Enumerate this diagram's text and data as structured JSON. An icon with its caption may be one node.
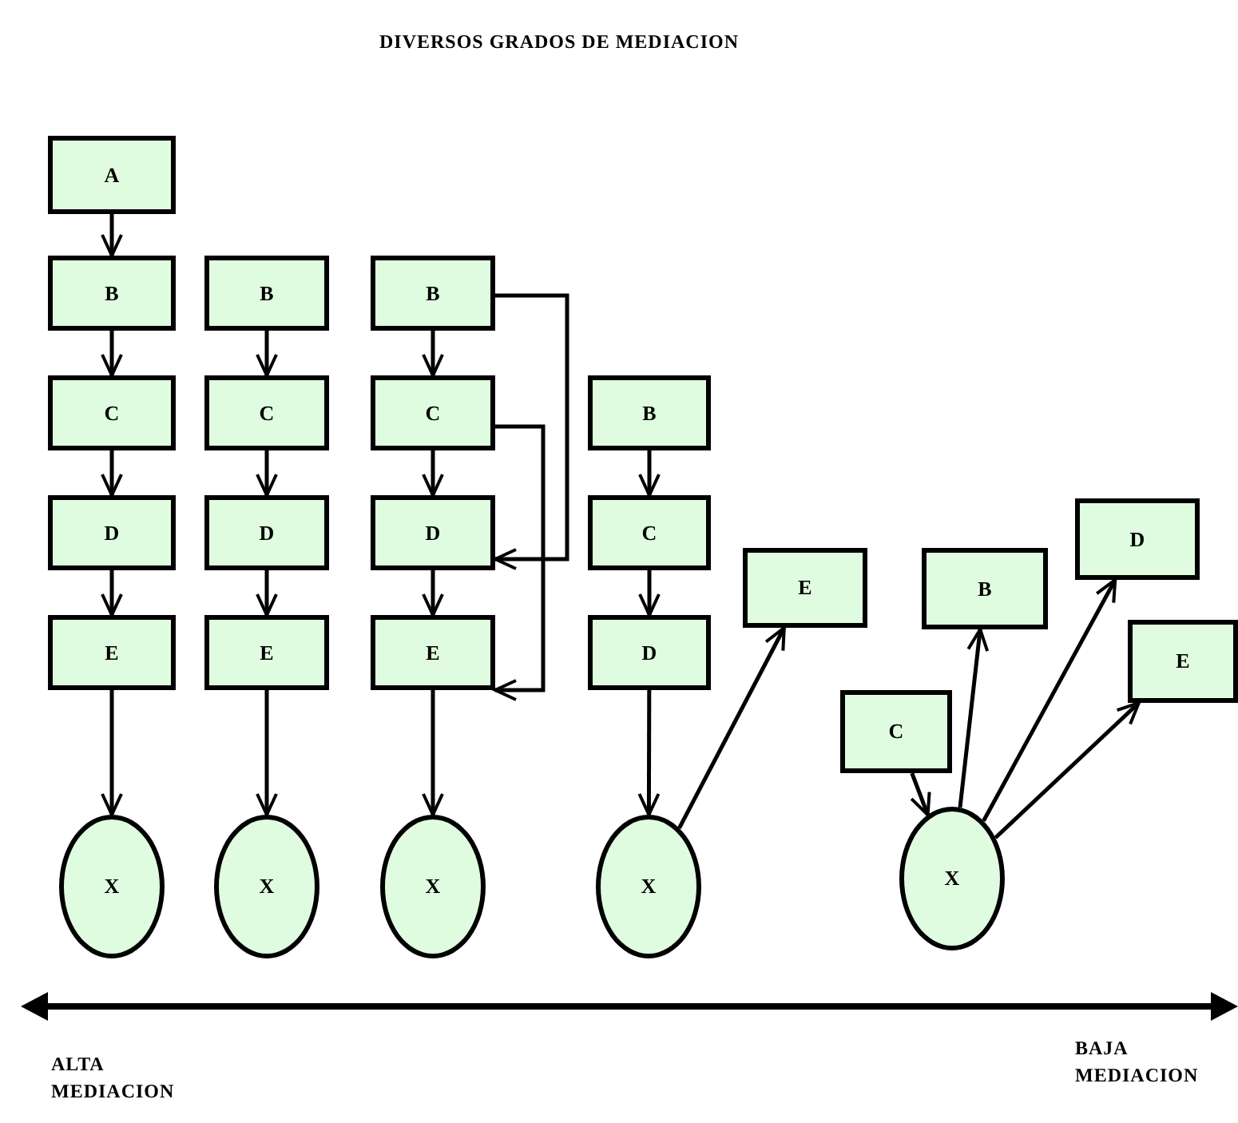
{
  "diagram": {
    "title": "DIVERSOS GRADOS DE MEDIACION",
    "nodes": [
      {
        "text": [
          "A"
        ]
      },
      {
        "text": [
          "B"
        ]
      },
      {
        "text": [
          "C"
        ]
      },
      {
        "text": [
          "D"
        ]
      },
      {
        "text": [
          "E"
        ]
      },
      {
        "text": [
          "X"
        ]
      },
      {
        "text": [
          "B"
        ]
      },
      {
        "text": [
          "C"
        ]
      },
      {
        "text": [
          "D"
        ]
      },
      {
        "text": [
          "E"
        ]
      },
      {
        "text": [
          "X"
        ]
      },
      {
        "text": [
          "B"
        ]
      },
      {
        "text": [
          "C"
        ]
      },
      {
        "text": [
          "D"
        ]
      },
      {
        "text": [
          "E"
        ]
      },
      {
        "text": [
          "X"
        ]
      },
      {
        "text": [
          "B"
        ]
      },
      {
        "text": [
          "C"
        ]
      },
      {
        "text": [
          "D"
        ]
      },
      {
        "text": [
          "X"
        ]
      },
      {
        "text": [
          "E"
        ]
      },
      {
        "text": [
          "B"
        ]
      },
      {
        "text": [
          "D"
        ]
      },
      {
        "text": [
          "E"
        ]
      },
      {
        "text": [
          "C"
        ]
      },
      {
        "text": [
          "X"
        ]
      }
    ],
    "edges": [
      {
        "from": 0,
        "to": 1,
        "arrow": "to"
      },
      {
        "from": 1,
        "to": 2,
        "arrow": "to"
      },
      {
        "from": 2,
        "to": 3,
        "arrow": "to"
      },
      {
        "from": 3,
        "to": 4,
        "arrow": "to"
      },
      {
        "from": 4,
        "to": 5,
        "arrow": "to"
      },
      {
        "from": 6,
        "to": 7,
        "arrow": "to"
      },
      {
        "from": 7,
        "to": 8,
        "arrow": "to"
      },
      {
        "from": 8,
        "to": 9,
        "arrow": "to"
      },
      {
        "from": 9,
        "to": 10,
        "arrow": "to"
      },
      {
        "from": 11,
        "to": 12,
        "arrow": "to"
      },
      {
        "from": 12,
        "to": 13,
        "arrow": "to"
      },
      {
        "from": 13,
        "to": 14,
        "arrow": "to"
      },
      {
        "from": 14,
        "to": 15,
        "arrow": "to"
      },
      {
        "from": 11,
        "to": 13,
        "arrow": "to"
      },
      {
        "from": 12,
        "to": 14,
        "arrow": "to"
      },
      {
        "from": 16,
        "to": 17,
        "arrow": "to"
      },
      {
        "from": 17,
        "to": 18,
        "arrow": "to"
      },
      {
        "from": 18,
        "to": 19,
        "arrow": "to"
      },
      {
        "from": 19,
        "to": 20,
        "arrow": "to"
      },
      {
        "from": 24,
        "to": 25,
        "arrow": "to"
      },
      {
        "from": 25,
        "to": 21,
        "arrow": "to"
      },
      {
        "from": 25,
        "to": 22,
        "arrow": "to"
      },
      {
        "from": 25,
        "to": 23,
        "arrow": "to"
      }
    ],
    "labels": [
      "ALTA MEDIACION",
      "BAJA MEDIACION"
    ]
  }
}
